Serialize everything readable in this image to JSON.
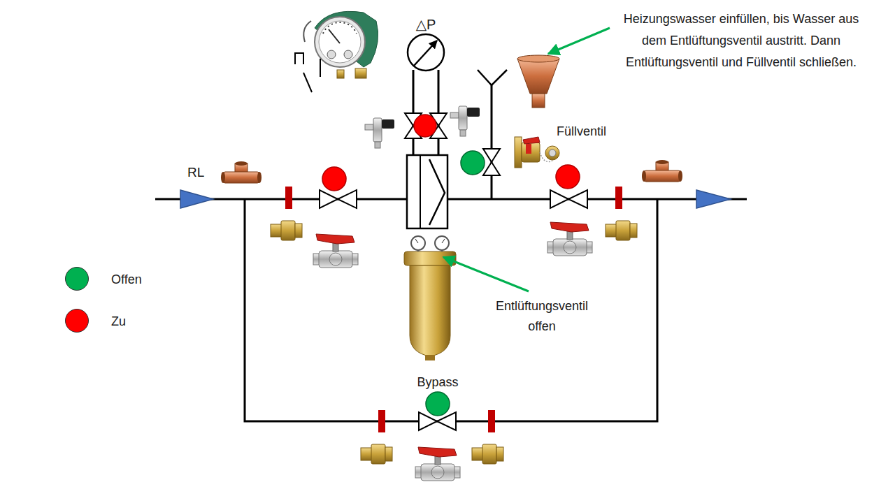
{
  "diagram": {
    "labels": [
      "△P",
      "Heizungswasser einfüllen, bis Wasser aus dem Entlüftungsventil austritt. Dann Entlüftungsventil und Füllventil schließen.",
      "Füllventil",
      "RL",
      "Entlüftungsventil offen",
      "Bypass"
    ],
    "legend": [
      {
        "text": "Offen",
        "color": "#00b050"
      },
      {
        "text": "Zu",
        "color": "#ff0000"
      }
    ]
  }
}
